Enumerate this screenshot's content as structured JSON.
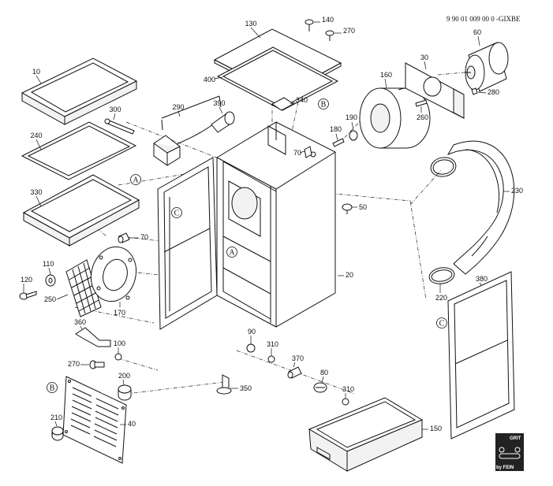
{
  "drawing_code": "9 90 01 009 00 0 -GIXBE",
  "brand": {
    "line1": "GRIT",
    "line2": "by FEIN"
  },
  "reference_marks": [
    "A",
    "B",
    "C"
  ],
  "part_numbers": [
    "10",
    "20",
    "30",
    "40",
    "50",
    "60",
    "70",
    "80",
    "90",
    "100",
    "110",
    "120",
    "130",
    "140",
    "150",
    "160",
    "170",
    "180",
    "190",
    "200",
    "210",
    "220",
    "230",
    "240",
    "250",
    "260",
    "270",
    "280",
    "290",
    "300",
    "310",
    "330",
    "340",
    "350",
    "360",
    "370",
    "380",
    "390",
    "400"
  ]
}
